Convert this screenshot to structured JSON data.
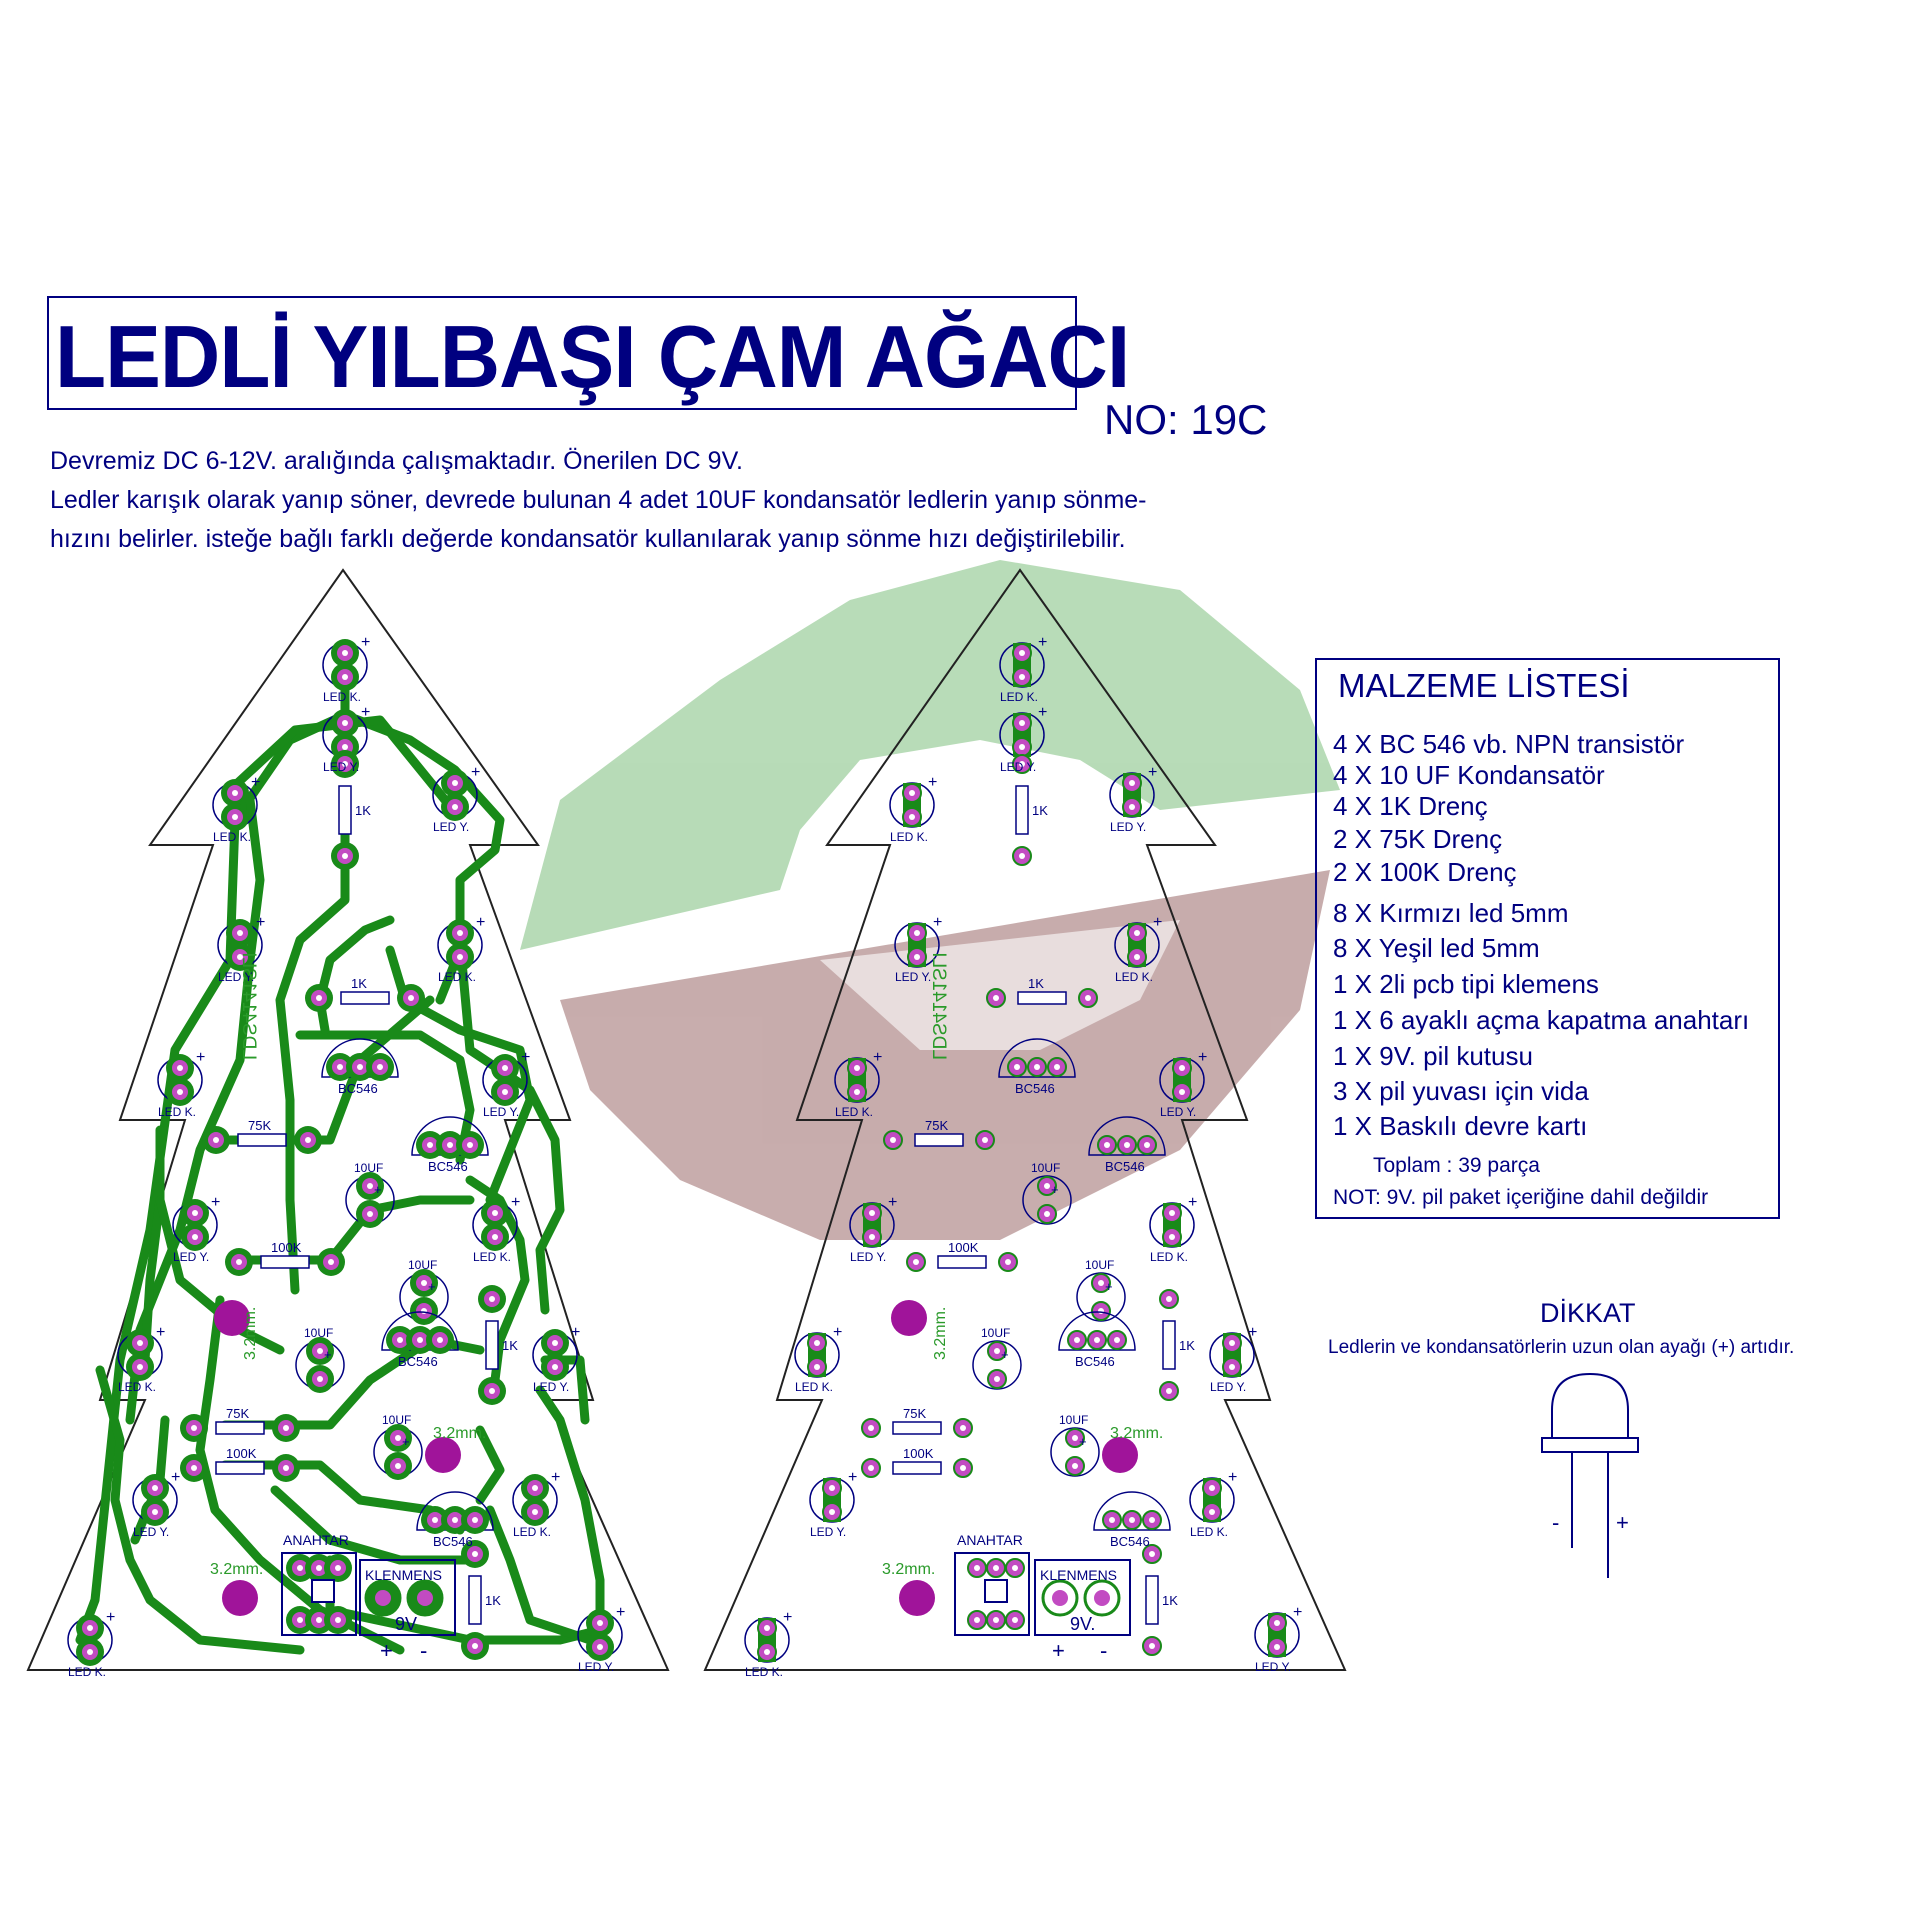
{
  "header": {
    "title": "LEDLİ YILBAŞI ÇAM AĞACI",
    "doc_no": "NO: 19C"
  },
  "description": [
    "Devremiz DC 6-12V. aralığında çalışmaktadır. Önerilen DC 9V.",
    "Ledler karışık olarak yanıp söner, devrede bulunan 4 adet 10UF kondansatör ledlerin yanıp sönme-",
    "hızını belirler. isteğe bağlı farklı değerde kondansatör kullanılarak yanıp sönme hızı değiştirilebilir."
  ],
  "bom": {
    "title": "MALZEME LİSTESİ",
    "items": [
      "4 X BC 546 vb. NPN transistör",
      "4 X 10 UF Kondansatör",
      "4 X 1K Drenç",
      "2 X 75K Drenç",
      "2 X 100K Drenç",
      "8 X Kırmızı led 5mm",
      "8 X Yeşil led 5mm",
      "1 X 2li pcb tipi klemens",
      "1 X 6 ayaklı açma kapatma anahtarı",
      "1 X 9V. pil kutusu",
      "3 X pil yuvası için vida",
      "1 X Baskılı devre kartı"
    ],
    "total": "Toplam : 39 parça",
    "note": "NOT: 9V. pil paket içeriğine dahil değildir"
  },
  "warning": {
    "title": "DİKKAT",
    "text": "Ledlerin ve kondansatörlerin uzun olan ayağı (+) artıdır.",
    "minus": "-",
    "plus": "+"
  },
  "pcb_labels": {
    "led_red": "LED K.",
    "led_green": "LED Y.",
    "r1k": "1K",
    "r75k": "75K",
    "r100k": "100K",
    "cap": "10UF",
    "transistor": "BC546",
    "switch": "ANAHTAR",
    "terminal": "KLENMENS",
    "voltage_trace": "9V",
    "voltage_silk": "9V.",
    "plus": "+",
    "minus": "-",
    "hole": "3.2mm.",
    "brand": "LDS4141SLI"
  },
  "colors": {
    "navy": "#000080",
    "trace_green": "#198a19",
    "pad_magenta": "#c24bc2",
    "hole_magenta": "#a0149a",
    "watermark_green": "#9ccf9c",
    "watermark_maroon": "#b08a8a"
  }
}
